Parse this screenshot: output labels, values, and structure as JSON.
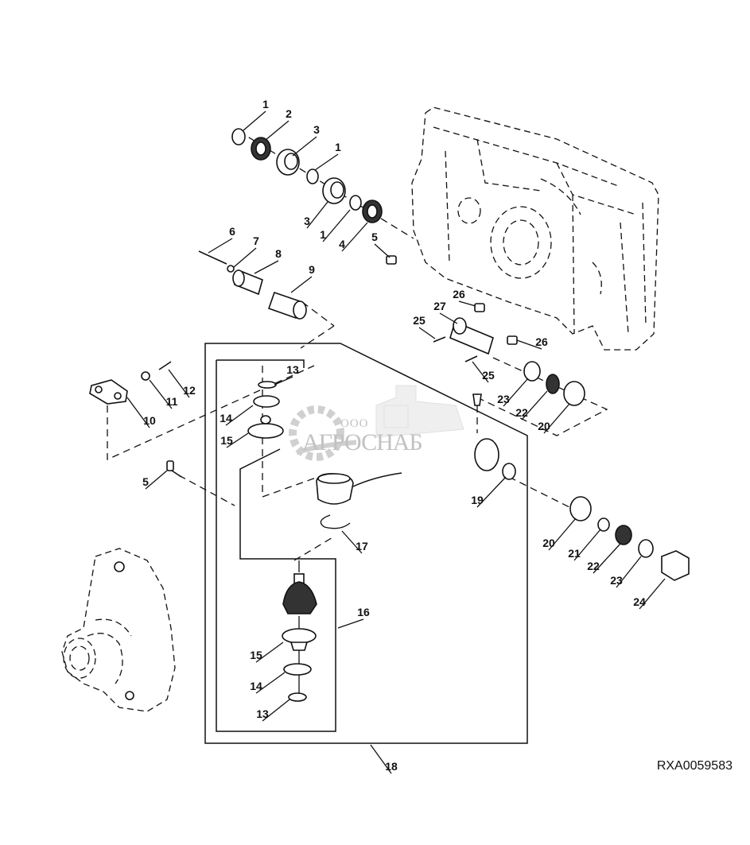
{
  "diagram": {
    "title": "Exploded parts diagram – front axle / transmission housing assembly",
    "reference_code": "RXA0059583",
    "watermark": {
      "prefix": "ООО",
      "name": "АГРОСНАБ"
    },
    "callouts": [
      {
        "id": "c1a",
        "label": "1",
        "part": "o-ring"
      },
      {
        "id": "c2",
        "label": "2",
        "part": "seal"
      },
      {
        "id": "c3a",
        "label": "3",
        "part": "bushing"
      },
      {
        "id": "c1b",
        "label": "1",
        "part": "o-ring"
      },
      {
        "id": "c3b",
        "label": "3",
        "part": "bushing"
      },
      {
        "id": "c1c",
        "label": "1",
        "part": "o-ring"
      },
      {
        "id": "c4",
        "label": "4",
        "part": "seal"
      },
      {
        "id": "c5a",
        "label": "5",
        "part": "grease-fitting"
      },
      {
        "id": "c6",
        "label": "6",
        "part": "cap-screw"
      },
      {
        "id": "c7",
        "label": "7",
        "part": "washer"
      },
      {
        "id": "c8",
        "label": "8",
        "part": "pin"
      },
      {
        "id": "c9",
        "label": "9",
        "part": "bushing"
      },
      {
        "id": "c10",
        "label": "10",
        "part": "bracket"
      },
      {
        "id": "c11",
        "label": "11",
        "part": "nut"
      },
      {
        "id": "c12",
        "label": "12",
        "part": "cap-screw"
      },
      {
        "id": "c13a",
        "label": "13",
        "part": "snap-ring"
      },
      {
        "id": "c14a",
        "label": "14",
        "part": "ring"
      },
      {
        "id": "c15a",
        "label": "15",
        "part": "ball-seat"
      },
      {
        "id": "c5b",
        "label": "5",
        "part": "grease-fitting"
      },
      {
        "id": "c19",
        "label": "19",
        "part": "o-ring"
      },
      {
        "id": "c17",
        "label": "17",
        "part": "snap-ring"
      },
      {
        "id": "c16",
        "label": "16",
        "part": "ball-joint-kit"
      },
      {
        "id": "c15b",
        "label": "15",
        "part": "ball-seat"
      },
      {
        "id": "c14b",
        "label": "14",
        "part": "ring"
      },
      {
        "id": "c13b",
        "label": "13",
        "part": "snap-ring"
      },
      {
        "id": "c18",
        "label": "18",
        "part": "steering-arm-kit"
      },
      {
        "id": "c20a",
        "label": "20",
        "part": "bearing-cup"
      },
      {
        "id": "c21",
        "label": "21",
        "part": "o-ring"
      },
      {
        "id": "c22a",
        "label": "22",
        "part": "bearing-cone"
      },
      {
        "id": "c23a",
        "label": "23",
        "part": "washer"
      },
      {
        "id": "c24",
        "label": "24",
        "part": "nut"
      },
      {
        "id": "c25a",
        "label": "25",
        "part": "cap-screw"
      },
      {
        "id": "c25b",
        "label": "25",
        "part": "cap-screw"
      },
      {
        "id": "c26a",
        "label": "26",
        "part": "plug"
      },
      {
        "id": "c26b",
        "label": "26",
        "part": "plug"
      },
      {
        "id": "c27",
        "label": "27",
        "part": "king-pin"
      },
      {
        "id": "c23b",
        "label": "23",
        "part": "washer"
      },
      {
        "id": "c22b",
        "label": "22",
        "part": "bearing-cone"
      },
      {
        "id": "c20b",
        "label": "20",
        "part": "bearing-cup"
      }
    ]
  }
}
